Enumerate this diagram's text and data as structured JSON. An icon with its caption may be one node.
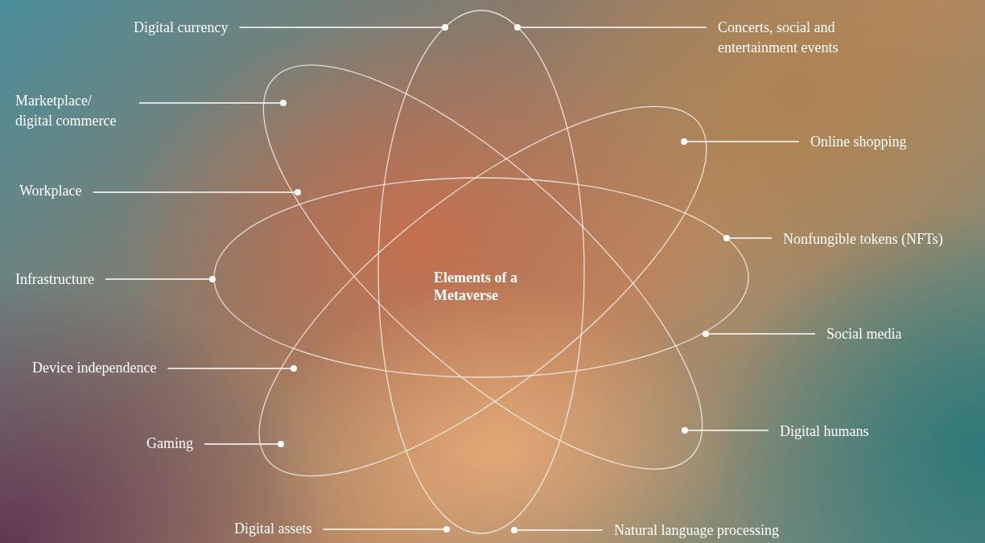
{
  "diagram": {
    "title": "Elements of a Metaverse",
    "nodes": [
      {
        "text": [
          "Digital currency"
        ]
      },
      {
        "text": [],
        "shape": "circle"
      },
      {
        "text": [
          "Concerts, social and entertainment events"
        ]
      },
      {
        "text": [],
        "shape": "circle"
      },
      {
        "text": [
          "Marketplace/ digital commerce"
        ]
      },
      {
        "text": [],
        "shape": "circle"
      },
      {
        "text": [
          "Online shopping"
        ]
      },
      {
        "text": [],
        "shape": "circle"
      },
      {
        "text": [
          "Workplace"
        ]
      },
      {
        "text": [],
        "shape": "circle"
      },
      {
        "text": [
          "Nonfungible tokens (NFTs)"
        ]
      },
      {
        "text": [],
        "shape": "circle"
      },
      {
        "text": [
          "Infrastructure"
        ]
      },
      {
        "text": [],
        "shape": "circle"
      },
      {
        "text": [
          "Social media"
        ]
      },
      {
        "text": [],
        "shape": "circle"
      },
      {
        "text": [
          "Device independence"
        ]
      },
      {
        "text": [],
        "shape": "circle"
      },
      {
        "text": [
          "Digital humans"
        ]
      },
      {
        "text": [],
        "shape": "circle"
      },
      {
        "text": [
          "Gaming"
        ]
      },
      {
        "text": [],
        "shape": "circle"
      },
      {
        "text": [
          "Digital assets"
        ]
      },
      {
        "text": [],
        "shape": "circle"
      },
      {
        "text": [
          "Natural language processing"
        ]
      },
      {
        "text": [],
        "shape": "circle"
      }
    ],
    "edges": [
      {
        "from": 0,
        "to": 1,
        "arrow": "none"
      },
      {
        "from": 2,
        "to": 3,
        "arrow": "none"
      },
      {
        "from": 4,
        "to": 5,
        "arrow": "none"
      },
      {
        "from": 6,
        "to": 7,
        "arrow": "none"
      },
      {
        "from": 8,
        "to": 9,
        "arrow": "none"
      },
      {
        "from": 10,
        "to": 11,
        "arrow": "none"
      },
      {
        "from": 12,
        "to": 13,
        "arrow": "none"
      },
      {
        "from": 14,
        "to": 15,
        "arrow": "none"
      },
      {
        "from": 16,
        "to": 17,
        "arrow": "none"
      },
      {
        "from": 18,
        "to": 19,
        "arrow": "none"
      },
      {
        "from": 20,
        "to": 21,
        "arrow": "none"
      },
      {
        "from": 22,
        "to": 23,
        "arrow": "none"
      },
      {
        "from": 24,
        "to": 25,
        "arrow": "none"
      }
    ]
  }
}
